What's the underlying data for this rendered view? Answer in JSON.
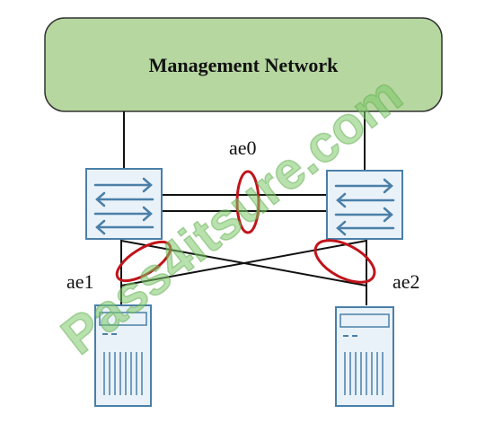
{
  "management_network": {
    "label": "Management Network",
    "fill_color": "#b6d7a0",
    "border_color": "#333333"
  },
  "lags": {
    "ae0": "ae0",
    "ae1": "ae1",
    "ae2": "ae2",
    "highlight_color": "#c0141b"
  },
  "devices": {
    "switches": [
      {
        "name": "left-switch",
        "icon": "switch-icon"
      },
      {
        "name": "right-switch",
        "icon": "switch-icon"
      }
    ],
    "servers": [
      {
        "name": "left-server",
        "icon": "server-icon"
      },
      {
        "name": "right-server",
        "icon": "server-icon"
      }
    ],
    "device_stroke_color": "#4a7fa8",
    "device_fill_color": "#eaf2f9"
  },
  "watermark": {
    "text": "Pass4itsure.com",
    "color": "#7ec86a"
  }
}
